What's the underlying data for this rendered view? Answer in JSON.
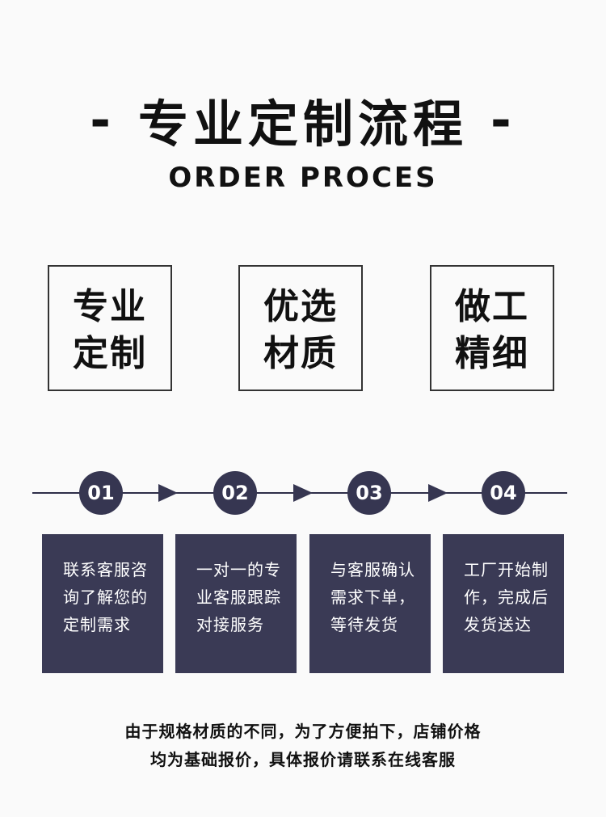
{
  "header": {
    "dash_left": "-",
    "title": "专业定制流程",
    "dash_right": "-",
    "subtitle": "ORDER PROCES"
  },
  "features": [
    {
      "line1": "专业",
      "line2": "定制"
    },
    {
      "line1": "优选",
      "line2": "材质"
    },
    {
      "line1": "做工",
      "line2": "精细"
    }
  ],
  "steps": [
    {
      "number": "01",
      "lines": [
        "联系客服咨",
        "询了解您的",
        "定制需求"
      ]
    },
    {
      "number": "02",
      "lines": [
        "一对一的专",
        "业客服跟踪",
        "对接服务"
      ]
    },
    {
      "number": "03",
      "lines": [
        "与客服确认",
        "需求下单，",
        "等待发货"
      ]
    },
    {
      "number": "04",
      "lines": [
        "工厂开始制",
        "作，完成后",
        "发货送达"
      ]
    }
  ],
  "footer": {
    "line1": "由于规格材质的不同，为了方便拍下，店铺价格",
    "line2": "均为基础报价，具体报价请联系在线客服"
  },
  "colors": {
    "background": "#fafafa",
    "accent": "#363651",
    "card": "#3a3a55",
    "text": "#111111"
  }
}
